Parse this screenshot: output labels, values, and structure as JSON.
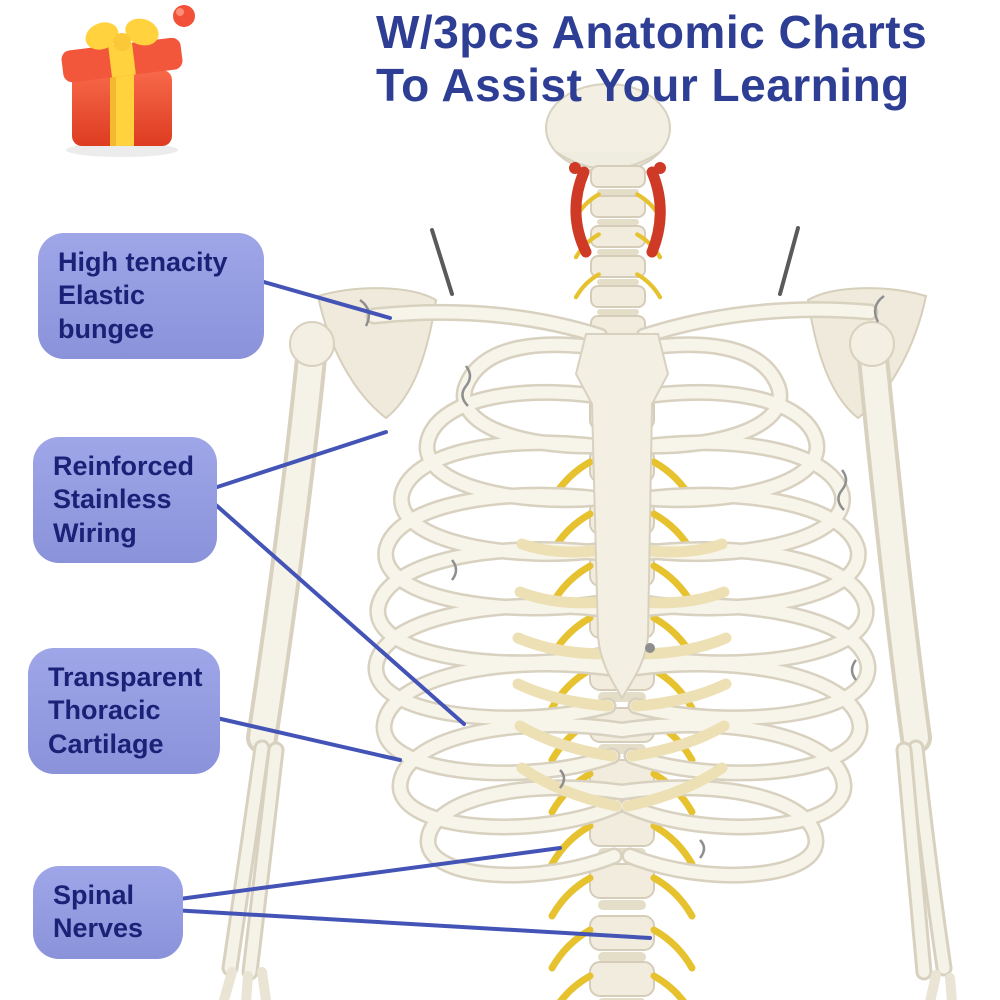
{
  "header": {
    "icon": "gift-icon",
    "title_line1": "W/3pcs Anatomic Charts",
    "title_line2": "To Assist Your Learning",
    "title_color": "#2d3e94"
  },
  "illustration": "skeleton-torso-model",
  "callouts": [
    {
      "name": "high-tenacity-elastic-bungee",
      "lines": [
        "High tenacity",
        "Elastic bungee"
      ]
    },
    {
      "name": "reinforced-stainless-wiring",
      "lines": [
        "Reinforced",
        "Stainless",
        "Wiring"
      ]
    },
    {
      "name": "transparent-thoracic-cartilage",
      "lines": [
        "Transparent",
        "Thoracic",
        "Cartilage"
      ]
    },
    {
      "name": "spinal-nerves",
      "lines": [
        "Spinal",
        "Nerves"
      ]
    }
  ],
  "colors": {
    "pill_bg": "#9099dd",
    "pill_text": "#1a2176",
    "lead_line": "#4354b6",
    "bone": "#f5f2e7",
    "cartilage": "#ece0b4",
    "spinal_nerve_yellow": "#e6c22f",
    "neck_muscle_red": "#cf3a26",
    "gift_red": "#ee5036",
    "gift_yellow": "#ffd23e"
  }
}
